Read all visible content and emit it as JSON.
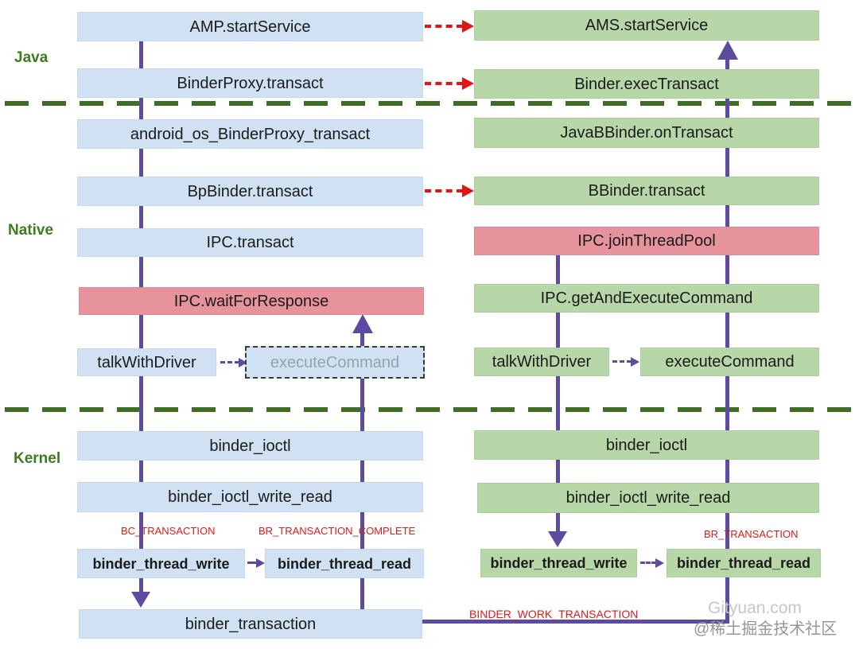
{
  "layers": {
    "java": "Java",
    "native": "Native",
    "kernel": "Kernel"
  },
  "left": {
    "amp_startservice": "AMP.startService",
    "binderproxy_transact": "BinderProxy.transact",
    "android_os_binderproxy_transact": "android_os_BinderProxy_transact",
    "bpbinder_transact": "BpBinder.transact",
    "ipc_transact": "IPC.transact",
    "ipc_waitforresponse": "IPC.waitForResponse",
    "talkwithdriver": "talkWithDriver",
    "executecommand": "executeCommand",
    "binder_ioctl": "binder_ioctl",
    "binder_ioctl_write_read": "binder_ioctl_write_read",
    "binder_thread_write": "binder_thread_write",
    "binder_thread_read": "binder_thread_read",
    "binder_transaction": "binder_transaction"
  },
  "right": {
    "ams_startservice": "AMS.startService",
    "binder_exectransact": "Binder.execTransact",
    "javabbinder_ontransact": "JavaBBinder.onTransact",
    "bbinder_transact": "BBinder.transact",
    "ipc_jointhreadpool": "IPC.joinThreadPool",
    "ipc_getandexecutecommand": "IPC.getAndExecuteCommand",
    "talkwithdriver": "talkWithDriver",
    "executecommand": "executeCommand",
    "binder_ioctl": "binder_ioctl",
    "binder_ioctl_write_read": "binder_ioctl_write_read",
    "binder_thread_write": "binder_thread_write",
    "binder_thread_read": "binder_thread_read"
  },
  "tags": {
    "bc_transaction": "BC_TRANSACTION",
    "br_transaction_complete": "BR_TRANSACTION_COMPLETE",
    "br_transaction": "BR_TRANSACTION",
    "binder_work_transaction": "BINDER_WORK_TRANSACTION"
  },
  "watermark": {
    "line1": "Gityuan.com",
    "line2": "@稀土掘金技术社区"
  },
  "colors": {
    "client_box": "#cfe1f2",
    "server_box": "#b7d7a8",
    "blocking_box": "#e6939c",
    "flow_line": "#5c4ba0",
    "ipc_arrow": "#e41414",
    "layer_label": "#3e7d1f",
    "separator": "#3f6d26",
    "ghost_text": "#97a1ab"
  }
}
